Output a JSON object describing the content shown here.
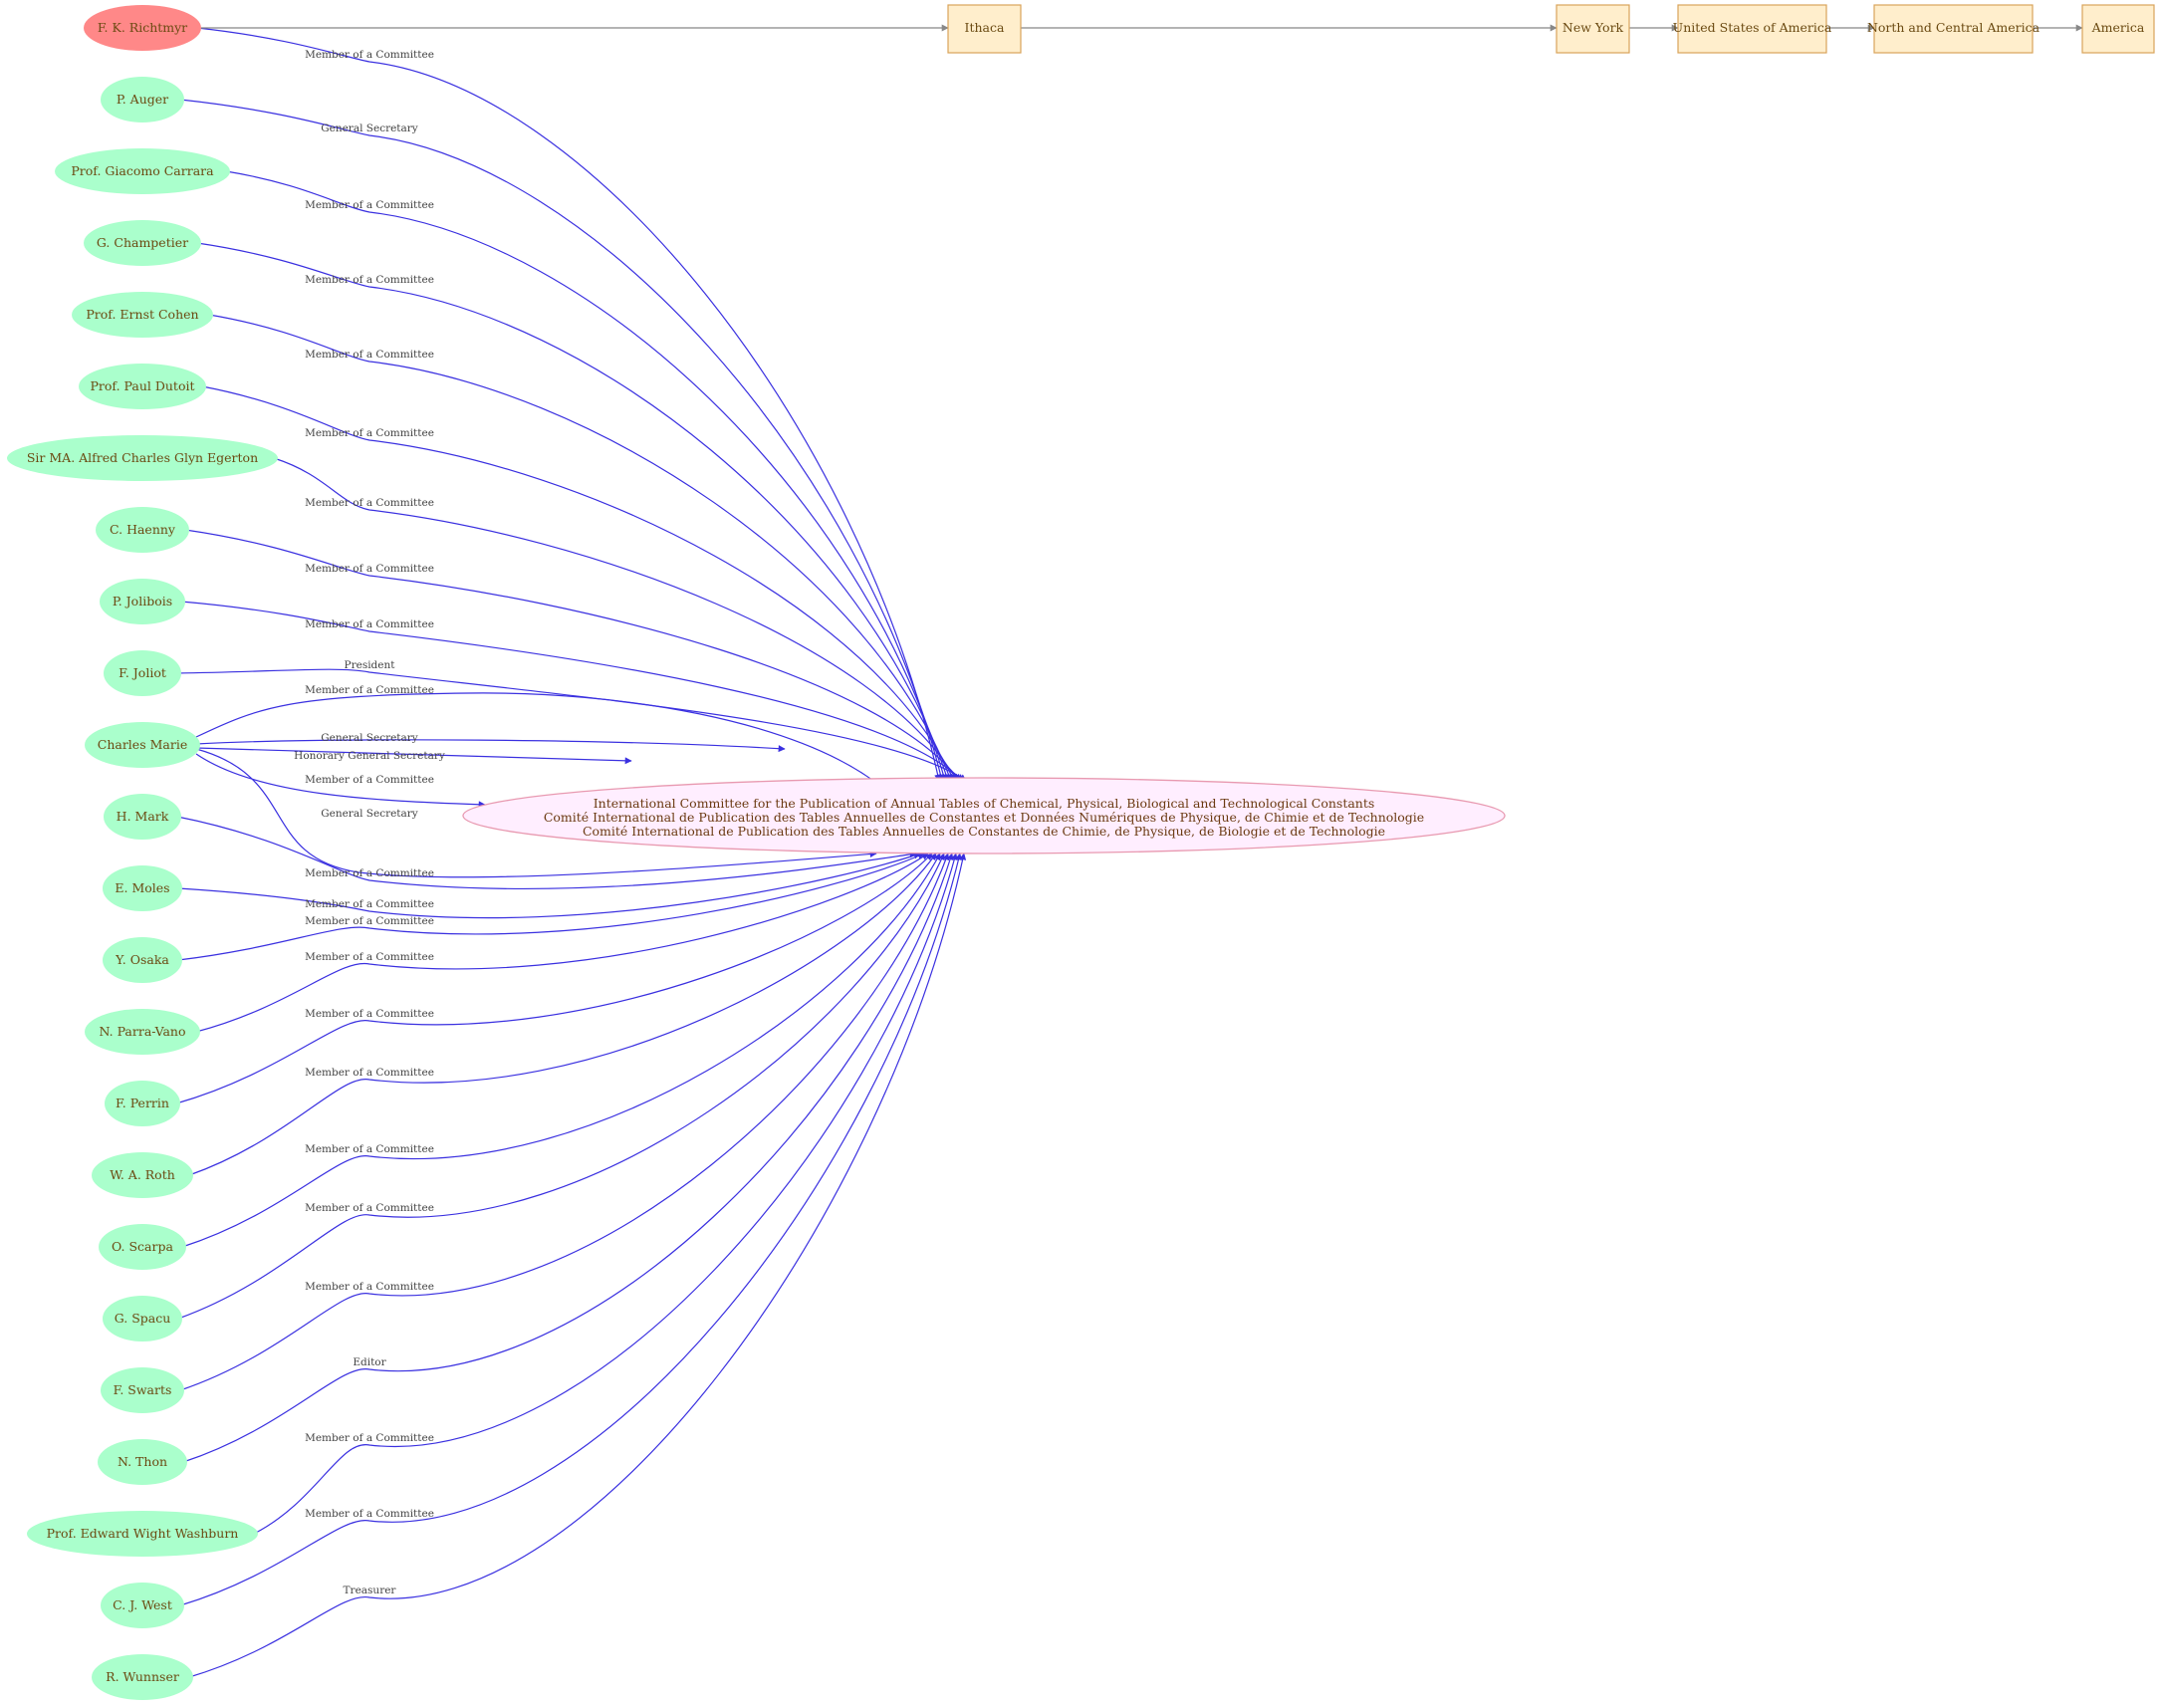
{
  "colors": {
    "person_fill": "#aaffcc",
    "highlight_fill": "#ff8888",
    "org_fill": "#ffeeff",
    "org_stroke": "#e899b0",
    "place_fill": "#ffeecc",
    "place_stroke": "#d9a35a",
    "role_edge": "#3a30e0",
    "place_edge": "#888888"
  },
  "organization": {
    "lines": [
      "International Committee for the Publication of Annual Tables of  Chemical, Physical, Biological and Technological Constants",
      "Comité International de Publication des Tables Annuelles de Constantes et Données Numériques de Physique, de Chimie et de Technologie",
      "Comité International de Publication des Tables Annuelles de Constantes de Chimie, de Physique, de Biologie et de Technologie"
    ]
  },
  "highlight_person": "F. K. Richtmyr",
  "places": [
    "Ithaca",
    "New York",
    "United States of America",
    "North and Central America",
    "America"
  ],
  "people": [
    {
      "name": "F. K. Richtmyr",
      "roles": [
        "Member of a Committee"
      ]
    },
    {
      "name": "P. Auger",
      "roles": [
        "General Secretary"
      ]
    },
    {
      "name": "Prof. Giacomo Carrara",
      "roles": [
        "Member of a Committee"
      ]
    },
    {
      "name": "G. Champetier",
      "roles": [
        "Member of a Committee"
      ]
    },
    {
      "name": "Prof. Ernst Cohen",
      "roles": [
        "Member of a Committee"
      ]
    },
    {
      "name": "Prof. Paul Dutoit",
      "roles": [
        "Member of a Committee"
      ]
    },
    {
      "name": "Sir MA. Alfred Charles Glyn Egerton",
      "roles": [
        "Member of a Committee"
      ]
    },
    {
      "name": "C. Haenny",
      "roles": [
        "Member of a Committee"
      ]
    },
    {
      "name": "P. Jolibois",
      "roles": [
        "Member of a Committee"
      ]
    },
    {
      "name": "F. Joliot",
      "roles": [
        "President"
      ]
    },
    {
      "name": "Charles Marie",
      "roles": [
        "Member of a Committee",
        "General Secretary",
        "Honorary General Secretary",
        "Member of a Committee",
        "General Secretary"
      ]
    },
    {
      "name": "H. Mark",
      "roles": [
        "Member of a Committee"
      ]
    },
    {
      "name": "E. Moles",
      "roles": [
        "Member of a Committee"
      ]
    },
    {
      "name": "Y. Osaka",
      "roles": [
        "Member of a Committee"
      ]
    },
    {
      "name": "N. Parra-Vano",
      "roles": [
        "Member of a Committee"
      ]
    },
    {
      "name": "F. Perrin",
      "roles": [
        "Member of a Committee"
      ]
    },
    {
      "name": "W. A. Roth",
      "roles": [
        "Member of a Committee"
      ]
    },
    {
      "name": "O. Scarpa",
      "roles": [
        "Member of a Committee"
      ]
    },
    {
      "name": "G. Spacu",
      "roles": [
        "Member of a Committee"
      ]
    },
    {
      "name": "F. Swarts",
      "roles": [
        "Member of a Committee"
      ]
    },
    {
      "name": "N. Thon",
      "roles": [
        "Editor"
      ]
    },
    {
      "name": "Prof. Edward Wight Washburn",
      "roles": [
        "Member of a Committee"
      ]
    },
    {
      "name": "C. J. West",
      "roles": [
        "Member of a Committee"
      ]
    },
    {
      "name": "R. Wunnser",
      "roles": [
        "Treasurer"
      ]
    }
  ]
}
